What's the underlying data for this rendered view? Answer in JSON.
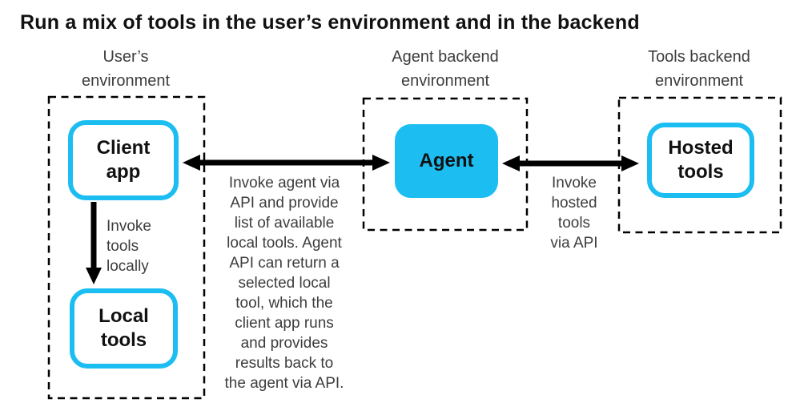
{
  "title": "Run a mix of tools in the user’s environment and in the backend",
  "regions": {
    "user_env": {
      "label_lines": [
        "User’s",
        "environment"
      ]
    },
    "agent_env": {
      "label_lines": [
        "Agent backend",
        "environment"
      ]
    },
    "tools_env": {
      "label_lines": [
        "Tools backend",
        "environment"
      ]
    }
  },
  "nodes": {
    "client_app": {
      "label_lines": [
        "Client",
        "app"
      ]
    },
    "local_tools": {
      "label_lines": [
        "Local",
        "tools"
      ]
    },
    "agent": {
      "label": "Agent"
    },
    "hosted_tools": {
      "label_lines": [
        "Hosted",
        "tools"
      ]
    }
  },
  "annotations": {
    "invoke_tools_locally": {
      "lines": [
        "Invoke",
        "tools",
        "locally"
      ]
    },
    "invoke_agent_via_api": {
      "lines": [
        "Invoke agent via",
        "API and provide",
        "list of available",
        "local tools. Agent",
        "API can return a",
        "selected local",
        "tool, which the",
        "client app runs",
        "and provides",
        "results back to",
        "the agent via API."
      ]
    },
    "invoke_hosted_tools": {
      "lines": [
        "Invoke",
        "hosted",
        "tools",
        "via API"
      ]
    }
  },
  "colors": {
    "accent_cyan": "#1cbef2",
    "arrow_black": "#000000",
    "caption_text": "#3d3d3d",
    "title_text": "#111111",
    "dashed_border": "#000000"
  }
}
